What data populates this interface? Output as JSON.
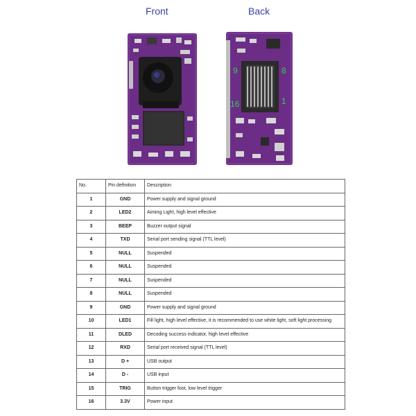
{
  "labels": {
    "front": "Front",
    "back": "Back"
  },
  "back_board": {
    "pin_markers": [
      "9",
      "8",
      "16",
      "1"
    ]
  },
  "table": {
    "headers": [
      "No.",
      "Pin definition",
      "Description"
    ],
    "rows": [
      {
        "no": "1",
        "pin": "GND",
        "desc": "Power supply and signal ground"
      },
      {
        "no": "2",
        "pin": "LED2",
        "desc": "Aiming Light, high level effective"
      },
      {
        "no": "3",
        "pin": "BEEP",
        "desc": "Buzzer output signal"
      },
      {
        "no": "4",
        "pin": "TXD",
        "desc": "Serial port sending signal (TTL level)"
      },
      {
        "no": "5",
        "pin": "NULL",
        "desc": "Suspended"
      },
      {
        "no": "6",
        "pin": "NULL",
        "desc": "Suspended"
      },
      {
        "no": "7",
        "pin": "NULL",
        "desc": "Suspended"
      },
      {
        "no": "8",
        "pin": "NULL",
        "desc": "Suspended"
      },
      {
        "no": "9",
        "pin": "GND",
        "desc": "Power supply and signal ground"
      },
      {
        "no": "10",
        "pin": "LED1",
        "desc": "Fill light, high level effective, it is recommended to use white light, soft light processing"
      },
      {
        "no": "11",
        "pin": "DLED",
        "desc": "Decoding success indicator, high level effective"
      },
      {
        "no": "12",
        "pin": "RXD",
        "desc": "Serial port received signal (TTL level)"
      },
      {
        "no": "13",
        "pin": "D +",
        "desc": "USB output"
      },
      {
        "no": "14",
        "pin": "D -",
        "desc": "USB input"
      },
      {
        "no": "15",
        "pin": "TRIG",
        "desc": "Button trigger foot, low level trigger"
      },
      {
        "no": "16",
        "pin": "3.3V",
        "desc": "Power input"
      }
    ]
  },
  "colors": {
    "pcb": "#6b2d86",
    "pcb_dark": "#4a1d5e",
    "camera": "#1e1e1e",
    "chip": "#2b2b2b",
    "label": "#3a3fa0",
    "marker": "#2fd05a"
  }
}
